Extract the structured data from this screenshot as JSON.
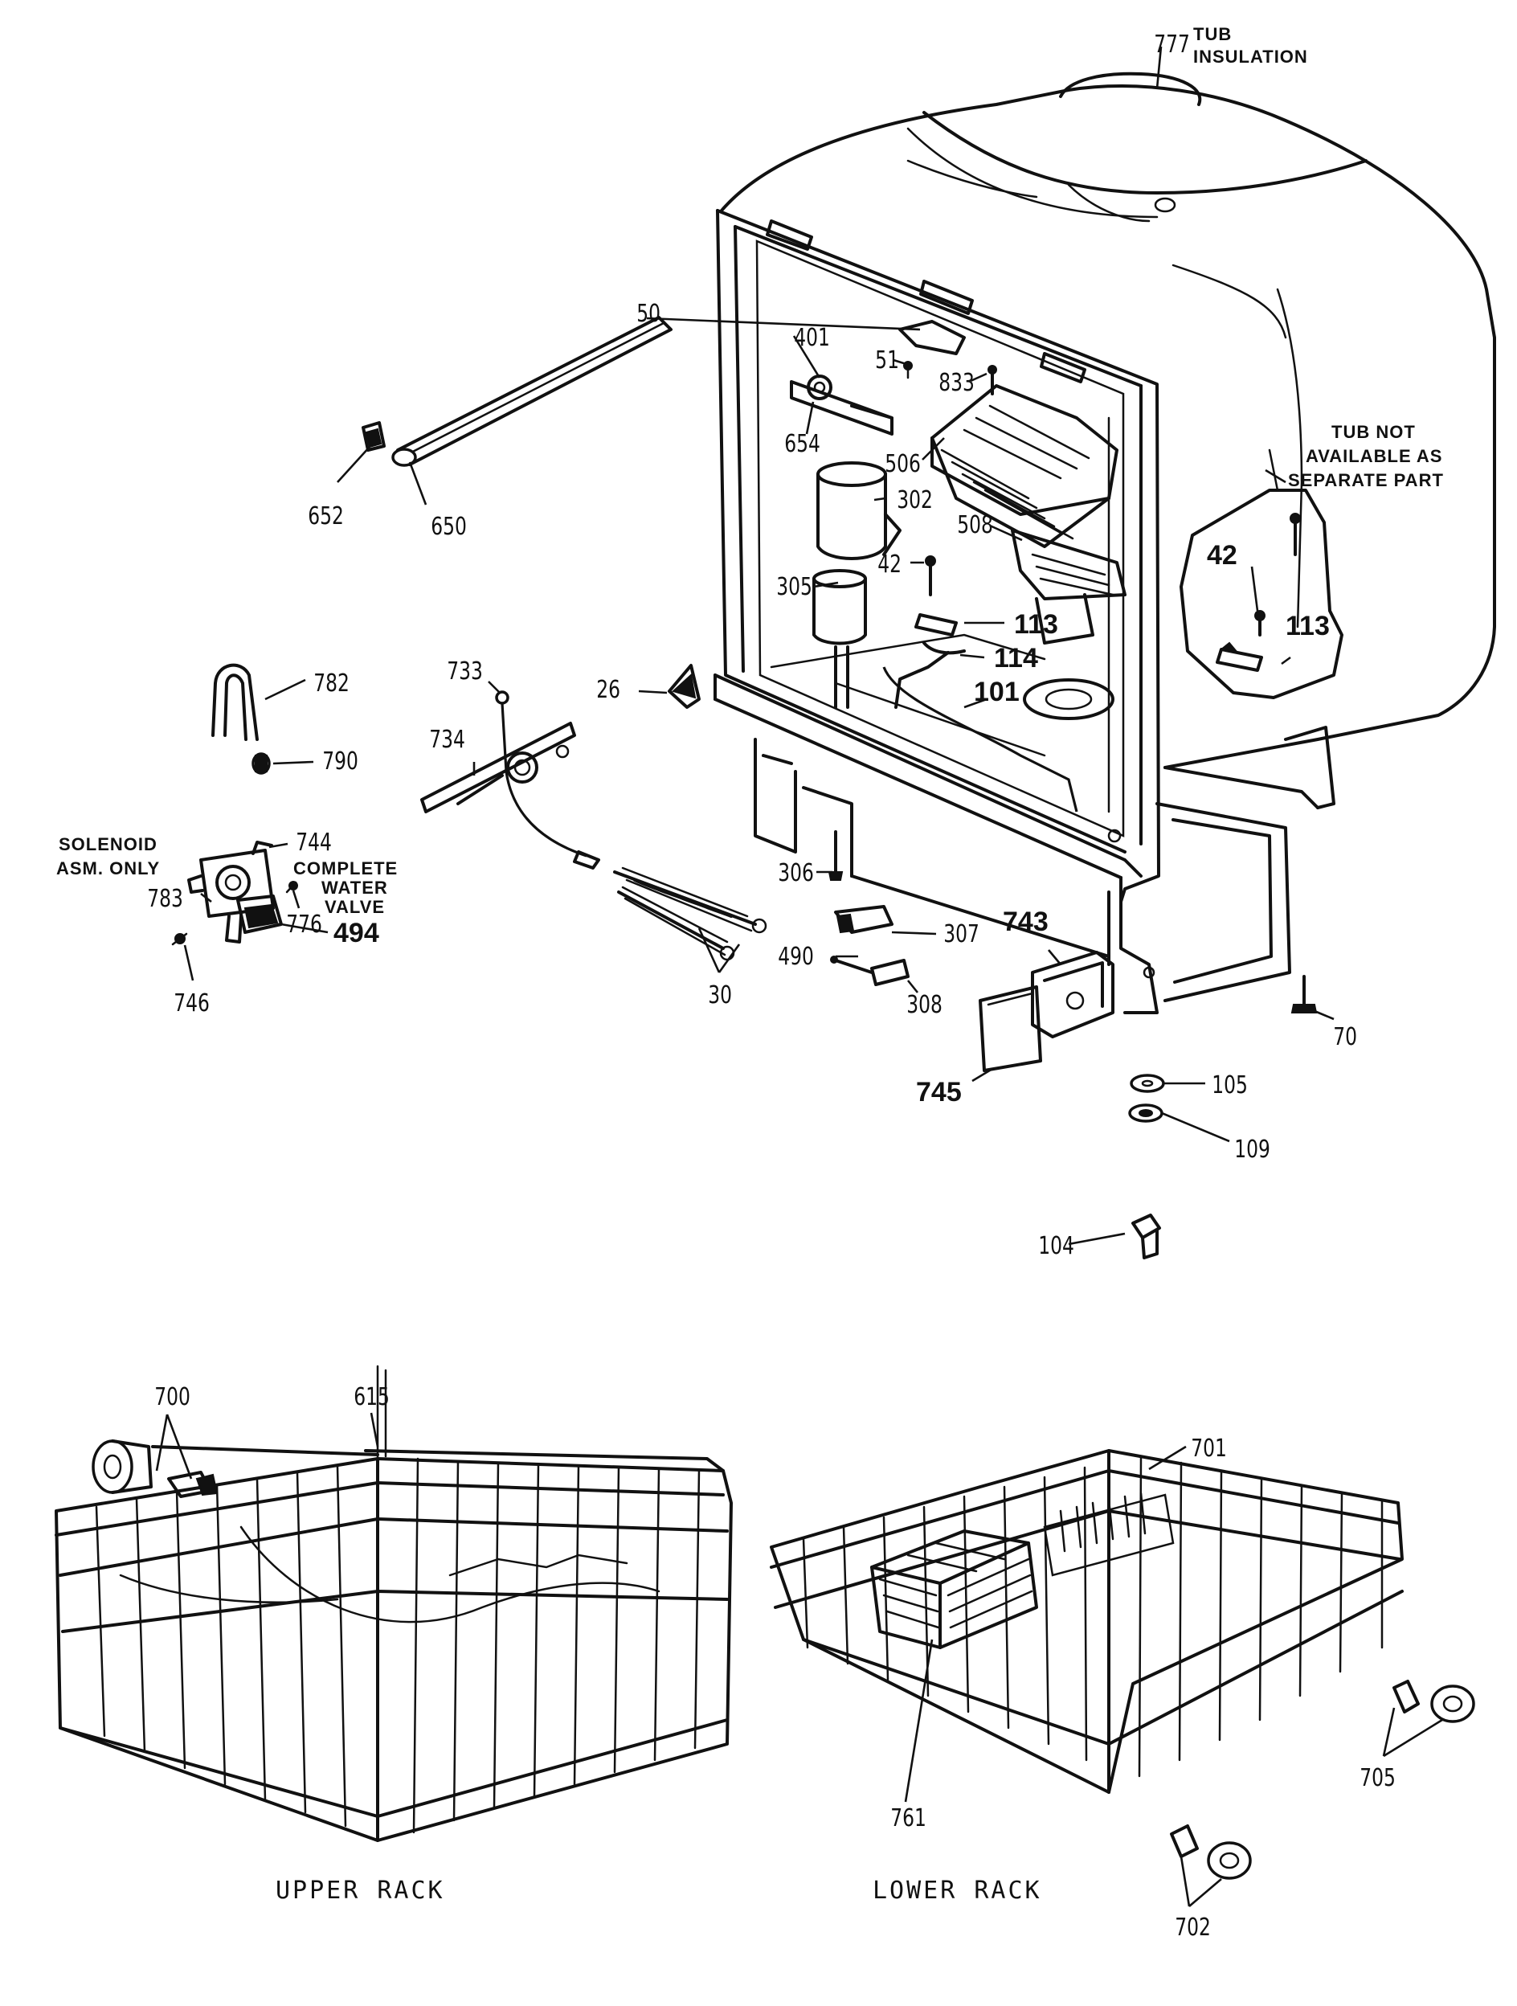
{
  "diagram": {
    "part_labels": {
      "p777": "777",
      "p50": "50",
      "p401": "401",
      "p51": "51",
      "p833": "833",
      "p654": "654",
      "p506": "506",
      "p302": "302",
      "p508": "508",
      "p42_inner": "42",
      "p305": "305",
      "p113_inner": "113",
      "p114": "114",
      "p101": "101",
      "p42_outer": "42",
      "p113_outer": "113",
      "p652": "652",
      "p650": "650",
      "p782": "782",
      "p790": "790",
      "p733": "733",
      "p734": "734",
      "p26": "26",
      "p744": "744",
      "p783": "783",
      "p776": "776",
      "p746": "746",
      "p494": "494",
      "p30": "30",
      "p306": "306",
      "p307": "307",
      "p490": "490",
      "p308": "308",
      "p743": "743",
      "p745": "745",
      "p70": "70",
      "p105": "105",
      "p109": "109",
      "p104": "104",
      "p700": "700",
      "p615": "615",
      "p701": "701",
      "p761": "761",
      "p705": "705",
      "p702": "702"
    },
    "notes": {
      "tub_insulation_line1": "TUB",
      "tub_insulation_line2": "INSULATION",
      "tub_not_available_line1": "TUB NOT",
      "tub_not_available_line2": "AVAILABLE AS",
      "tub_not_available_line3": "SEPARATE PART",
      "solenoid_line1": "SOLENOID",
      "solenoid_line2": "ASM. ONLY",
      "water_valve_line1": "COMPLETE",
      "water_valve_line2": "WATER",
      "water_valve_line3": "VALVE"
    },
    "captions": {
      "upper_rack": "UPPER RACK",
      "lower_rack": "LOWER RACK"
    }
  }
}
